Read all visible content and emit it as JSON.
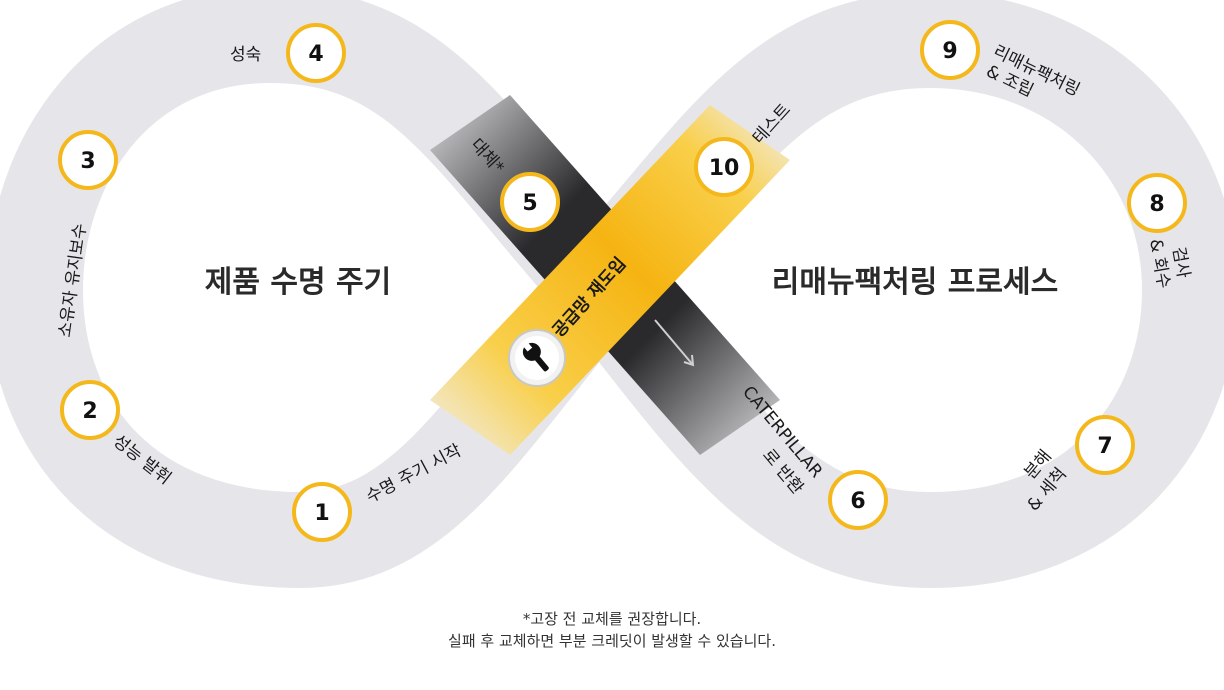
{
  "titles": {
    "left": "제품 수명 주기",
    "right": "리매뉴팩처링 프로세스"
  },
  "center_label": "공급망 재도입",
  "center_icon": "wrench-icon",
  "steps": [
    {
      "num": "1",
      "label": "수명 주기 시작"
    },
    {
      "num": "2",
      "label": "성능 발휘"
    },
    {
      "num": "3",
      "label": "소유자 유지보수"
    },
    {
      "num": "4",
      "label": "성숙"
    },
    {
      "num": "5",
      "label": "대체*"
    },
    {
      "num": "6",
      "label_line1": "CATERPILLAR",
      "label_line2": "로 반환"
    },
    {
      "num": "7",
      "label_line1": "분해",
      "label_line2": "& 세척"
    },
    {
      "num": "8",
      "label_line1": "검사",
      "label_line2": "& 회수"
    },
    {
      "num": "9",
      "label_line1": "리매뉴팩처링",
      "label_line2": "& 조립"
    },
    {
      "num": "10",
      "label": "테스트"
    }
  ],
  "footnote": {
    "line1": "*고장 전 교체를 권장합니다.",
    "line2": "실패 후 교체하면 부분 크레딧이 발생할 수 있습니다."
  },
  "colors": {
    "loop": "#e4e4e8",
    "accent": "#f5b81c",
    "dark_band": "#2e2e30"
  }
}
